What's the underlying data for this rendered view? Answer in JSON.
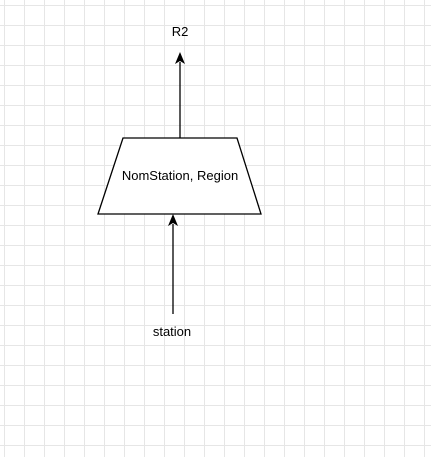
{
  "diagram": {
    "output_label": "R2",
    "projection_label": "NomStation, Region",
    "input_label": "station",
    "colors": {
      "stroke": "#000000",
      "fill": "#ffffff",
      "grid": "#e6e6e6"
    }
  }
}
